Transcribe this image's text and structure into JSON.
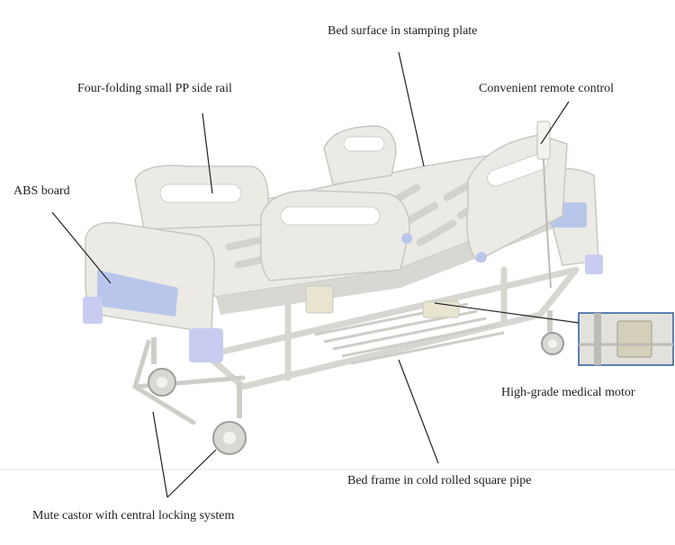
{
  "labels": {
    "surface": "Bed surface in stamping plate",
    "rail": "Four-folding small PP side rail",
    "remote": "Convenient remote control",
    "abs": "ABS board",
    "motor": "High-grade medical motor",
    "frame": "Bed frame in cold rolled square pipe",
    "castor": "Mute castor with central locking system"
  },
  "colors": {
    "bed_white": "#ecebe7",
    "bed_shadow": "#c9c7c1",
    "abs_blue": "#b9c6ec",
    "frame": "#e2e0da",
    "wheel": "#d9d8d4",
    "leader": "#222222"
  }
}
